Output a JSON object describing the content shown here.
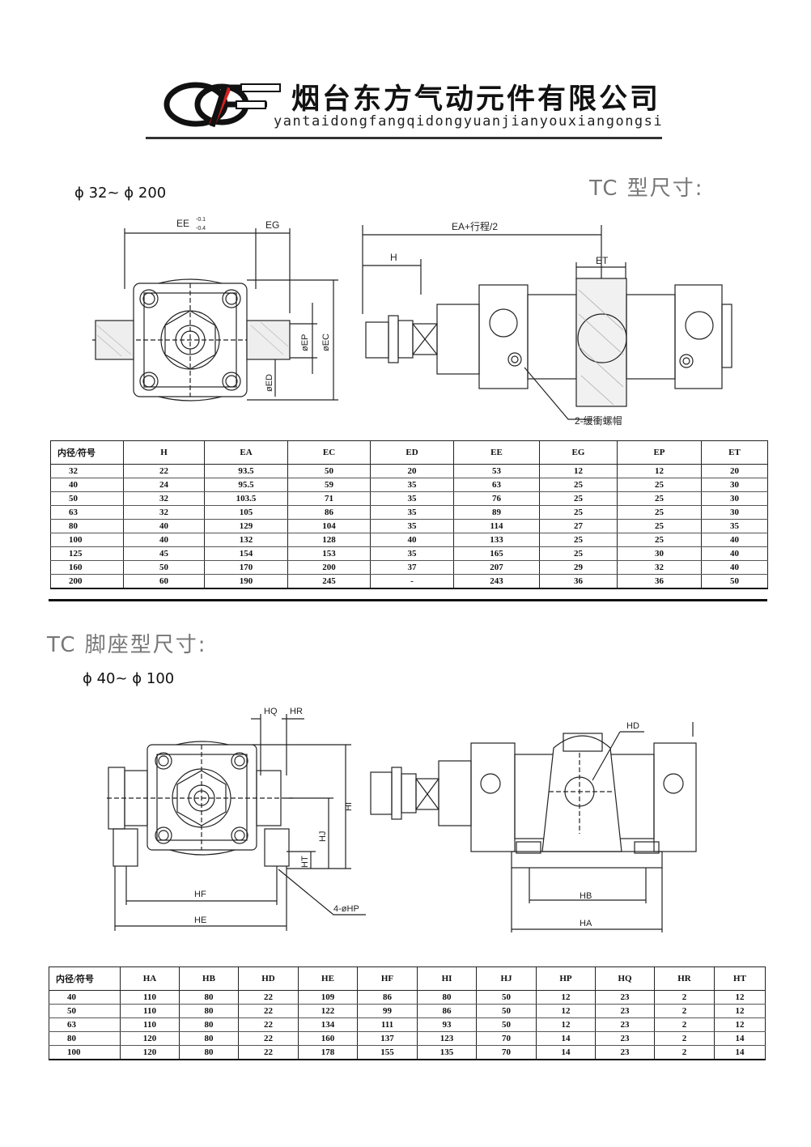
{
  "header": {
    "company_cn": "烟台东方气动元件有限公司",
    "company_pinyin": "yantaidongfangqidongyuanjianyouxiangongsi"
  },
  "section1": {
    "title": "TC 型尺寸:",
    "range": "ϕ 32~ ϕ 200",
    "drawing_labels": {
      "ee": "EE",
      "ee_tol_upper": "-0.1",
      "ee_tol_lower": "-0.4",
      "eg": "EG",
      "ep": "øEP",
      "ec": "øEC",
      "ed": "øED",
      "ea": "EA+行程/2",
      "h": "H",
      "et": "ET",
      "buffer_screw": "2-缓衝螺帽"
    },
    "table": {
      "headers": [
        "内径/符号",
        "H",
        "EA",
        "EC",
        "ED",
        "EE",
        "EG",
        "EP",
        "ET"
      ],
      "rows": [
        [
          "32",
          "22",
          "93.5",
          "50",
          "20",
          "53",
          "12",
          "12",
          "20"
        ],
        [
          "40",
          "24",
          "95.5",
          "59",
          "35",
          "63",
          "25",
          "25",
          "30"
        ],
        [
          "50",
          "32",
          "103.5",
          "71",
          "35",
          "76",
          "25",
          "25",
          "30"
        ],
        [
          "63",
          "32",
          "105",
          "86",
          "35",
          "89",
          "25",
          "25",
          "30"
        ],
        [
          "80",
          "40",
          "129",
          "104",
          "35",
          "114",
          "27",
          "25",
          "35"
        ],
        [
          "100",
          "40",
          "132",
          "128",
          "40",
          "133",
          "25",
          "25",
          "40"
        ],
        [
          "125",
          "45",
          "154",
          "153",
          "35",
          "165",
          "25",
          "30",
          "40"
        ],
        [
          "160",
          "50",
          "170",
          "200",
          "37",
          "207",
          "29",
          "32",
          "40"
        ],
        [
          "200",
          "60",
          "190",
          "245",
          "-",
          "243",
          "36",
          "36",
          "50"
        ]
      ]
    }
  },
  "section2": {
    "title": "TC 脚座型尺寸:",
    "range": "ϕ 40~ ϕ 100",
    "drawing_labels": {
      "hq": "HQ",
      "hr": "HR",
      "hi": "HI",
      "hj": "HJ",
      "ht": "HT",
      "hf": "HF",
      "he": "HE",
      "hp": "4-øHP",
      "hd": "HD",
      "hb": "HB",
      "ha": "HA"
    },
    "table": {
      "headers": [
        "内径/符号",
        "HA",
        "HB",
        "HD",
        "HE",
        "HF",
        "HI",
        "HJ",
        "HP",
        "HQ",
        "HR",
        "HT"
      ],
      "rows": [
        [
          "40",
          "110",
          "80",
          "22",
          "109",
          "86",
          "80",
          "50",
          "12",
          "23",
          "2",
          "12"
        ],
        [
          "50",
          "110",
          "80",
          "22",
          "122",
          "99",
          "86",
          "50",
          "12",
          "23",
          "2",
          "12"
        ],
        [
          "63",
          "110",
          "80",
          "22",
          "134",
          "111",
          "93",
          "50",
          "12",
          "23",
          "2",
          "12"
        ],
        [
          "80",
          "120",
          "80",
          "22",
          "160",
          "137",
          "123",
          "70",
          "14",
          "23",
          "2",
          "14"
        ],
        [
          "100",
          "120",
          "80",
          "22",
          "178",
          "155",
          "135",
          "70",
          "14",
          "23",
          "2",
          "14"
        ]
      ]
    }
  }
}
